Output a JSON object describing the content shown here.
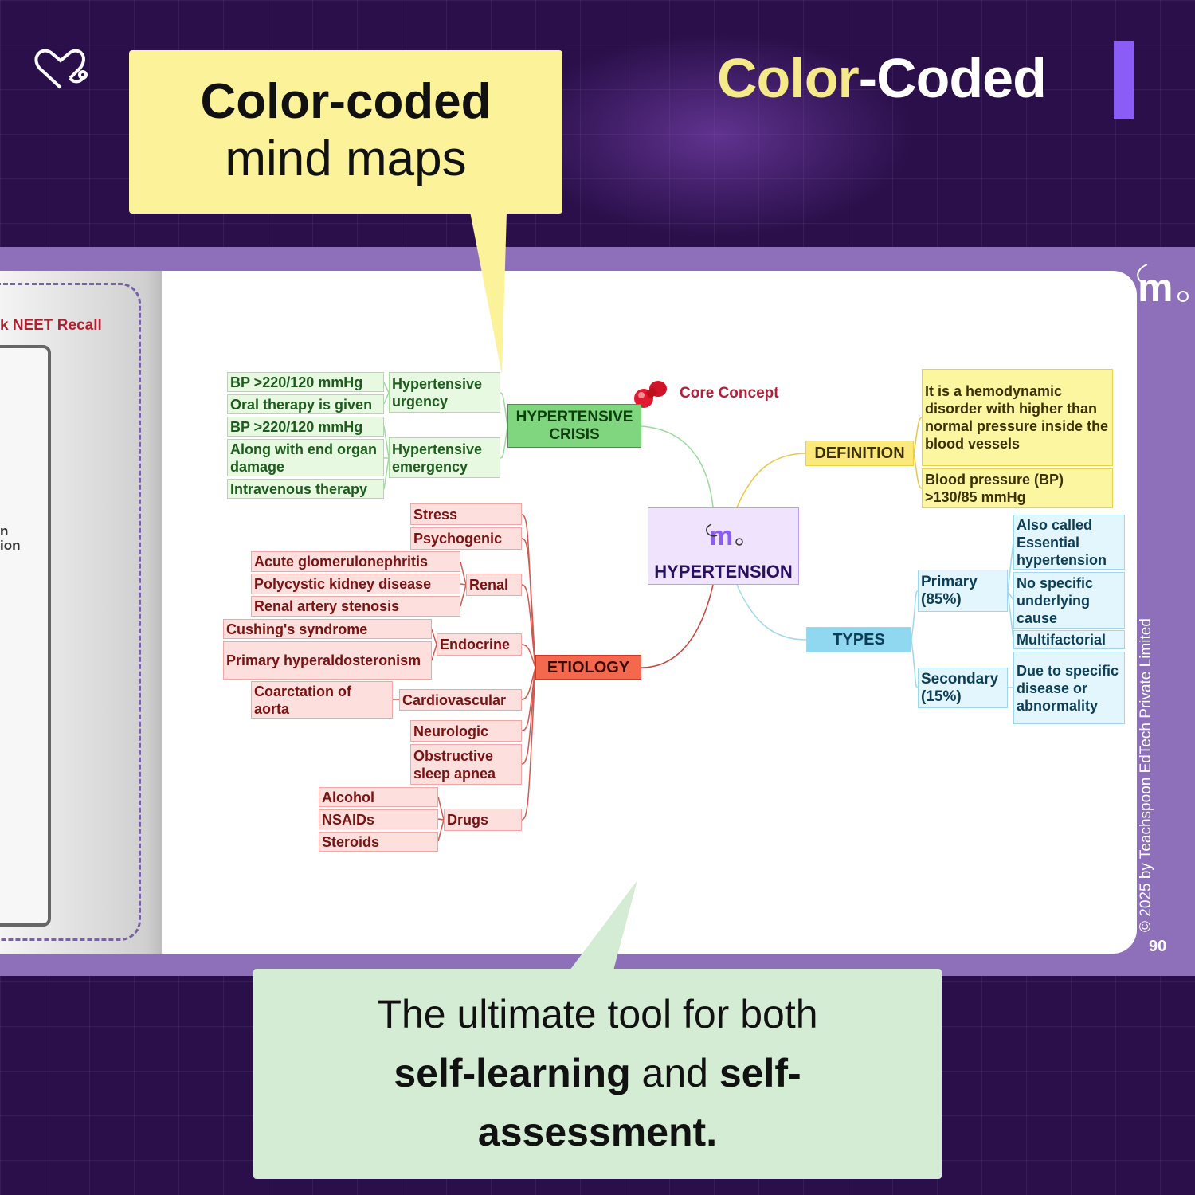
{
  "header": {
    "title_part1": "Color",
    "title_part2": "-Coded"
  },
  "callout_top": {
    "line1": "Color-coded",
    "line2": "mind maps"
  },
  "callout_bottom": {
    "pre": "The ultimate tool for both",
    "bold1": "self-learning",
    "mid": " and ",
    "bold2": "self-",
    "bold3": "assessment."
  },
  "left_page": {
    "recall": "k NEET Recall",
    "frag1": "n",
    "frag2": "ion"
  },
  "footer": {
    "copyright": "© 2025 by Teachspoon EdTech Private Limited",
    "page_number": "90"
  },
  "mindmap": {
    "center": "HYPERTENSION",
    "pin_label": "Core Concept",
    "crisis": {
      "label": "HYPERTENSIVE CRISIS",
      "urgency": "Hypertensive urgency",
      "emergency": "Hypertensive emergency",
      "leaves": [
        "BP >220/120 mmHg",
        "Oral therapy is given",
        "BP >220/120 mmHg",
        "Along with end organ damage",
        "Intravenous therapy"
      ]
    },
    "definition": {
      "label": "DEFINITION",
      "items": [
        "It is a hemodynamic disorder with higher than normal pressure inside the blood vessels",
        "Blood pressure (BP) >130/85 mmHg"
      ]
    },
    "types": {
      "label": "TYPES",
      "primary": "Primary (85%)",
      "secondary": "Secondary (15%)",
      "leaves": [
        "Also called Essential hypertension",
        "No specific underlying cause",
        "Multifactorial",
        "Due to specific disease or abnormality"
      ]
    },
    "etiology": {
      "label": "ETIOLOGY",
      "stress": "Stress",
      "psychogenic": "Psychogenic",
      "renal": "Renal",
      "renal_items": [
        "Acute glomerulonephritis",
        "Polycystic kidney disease",
        "Renal artery stenosis"
      ],
      "endocrine": "Endocrine",
      "endocrine_items": [
        "Cushing's syndrome",
        "Primary hyperaldosteronism"
      ],
      "cardiovascular": "Cardiovascular",
      "cardio_items": [
        "Coarctation of aorta"
      ],
      "neurologic": "Neurologic",
      "osa": "Obstructive sleep apnea",
      "drugs": "Drugs",
      "drug_items": [
        "Alcohol",
        "NSAIDs",
        "Steroids"
      ]
    }
  },
  "colors": {
    "bg": "#2a0f4a",
    "band": "#8e6fba",
    "accent": "#8b5cf6",
    "crisis": "#7fd67f",
    "definition": "#fde97a",
    "types": "#8fd8f0",
    "etiology": "#f4694e"
  }
}
